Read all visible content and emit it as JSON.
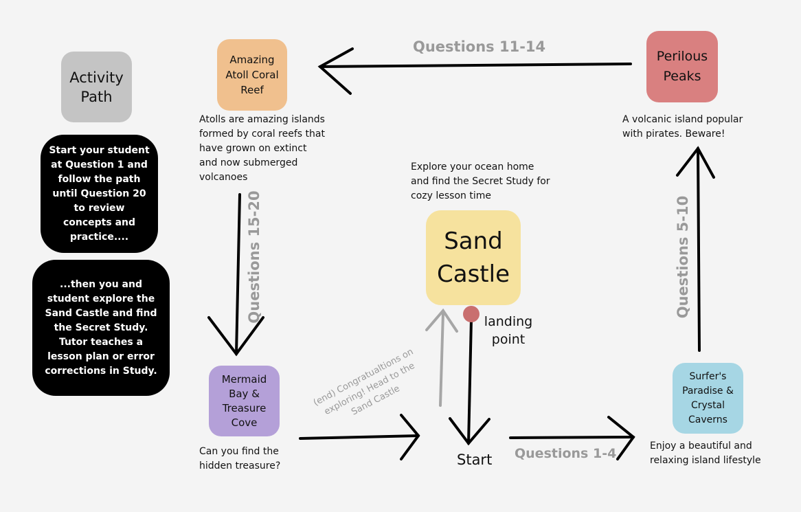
{
  "title": "Activity\nPath",
  "notes": {
    "intro": "Start your student at Question 1 and follow the path until Question 20 to review concepts and practice....",
    "outro": "...then you and student explore the Sand Castle and find the Secret Study. Tutor teaches a lesson plan or error corrections in Study."
  },
  "nodes": {
    "atoll": {
      "label": "Amazing Atoll Coral Reef",
      "caption": "Atolls are amazing islands formed by coral reefs that have grown on extinct and now submerged volcanoes",
      "color": "#f0c08e"
    },
    "peaks": {
      "label": "Perilous Peaks",
      "caption": "A volcanic island popular with pirates. Beware!",
      "color": "#d98080"
    },
    "castle": {
      "label": "Sand Castle",
      "caption": "Explore your ocean home and find the Secret Study for cozy lesson time",
      "color": "#f6e29e",
      "landing": "landing point"
    },
    "mermaid": {
      "label": "Mermaid Bay & Treasure Cove",
      "caption": "Can you find the hidden treasure?",
      "color": "#b4a0d8"
    },
    "surfer": {
      "label": "Surfer's Paradise & Crystal Caverns",
      "caption": "Enjoy a beautiful and relaxing island lifestyle",
      "color": "#a6d6e4"
    }
  },
  "start": "Start",
  "edges": {
    "q1_4": "Questions 1-4",
    "q5_10": "Questions 5-10",
    "q11_14": "Questions 11-14",
    "q15_20": "Questions 15-20",
    "end": "(end) Congratualtions on exploring! Head to the Sand Castle"
  }
}
